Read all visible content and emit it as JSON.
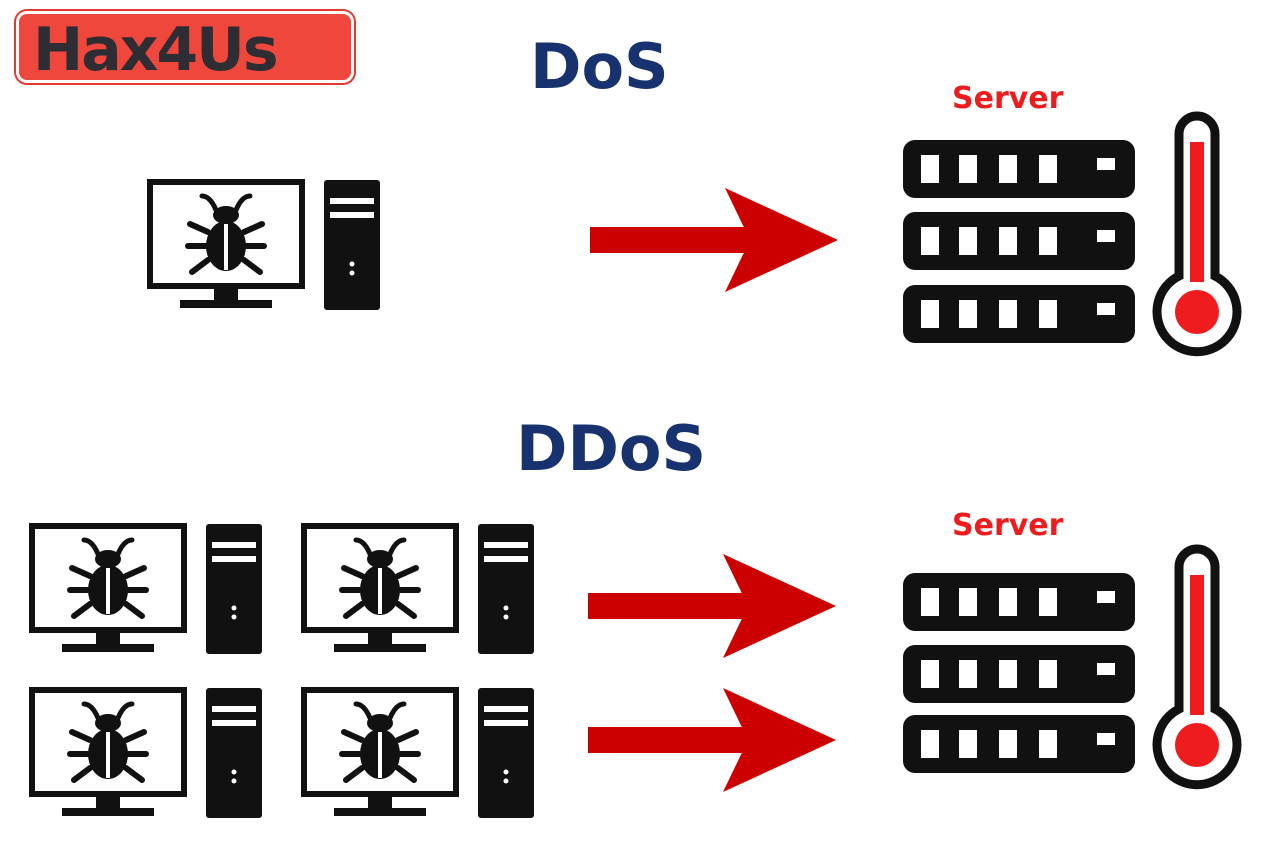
{
  "logo": {
    "text": "Hax4Us"
  },
  "dos_section": {
    "heading": "DoS",
    "server_label": "Server"
  },
  "ddos_section": {
    "heading": "DDoS",
    "server_label": "Server"
  },
  "icons": {
    "infected_computer": "bug-computer-icon",
    "server": "server-rack-icon",
    "thermometer": "thermometer-hot-icon",
    "attack_arrow": "red-arrow-icon"
  },
  "colors": {
    "heading": "#183270",
    "server_label": "#ee1c1c",
    "arrow": "#cc0000",
    "thermometer_fill": "#ee1c1c",
    "logo_bg": "#f0473d"
  }
}
